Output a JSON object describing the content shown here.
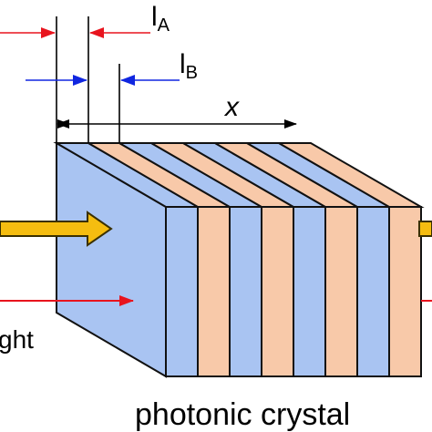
{
  "labels": {
    "la_main": "l",
    "la_sub": "A",
    "lb_main": "l",
    "lb_sub": "B",
    "x": "x",
    "light_fragment": "ght",
    "caption": "photonic crystal"
  },
  "colors": {
    "layer_a": "#a9c4f2",
    "layer_b": "#f8c9a9",
    "outline": "#111111",
    "arrow_red": "#e8141e",
    "arrow_blue": "#1026e0",
    "arrow_yellow": "#f5bd10",
    "arrow_yellow_edge": "#3a3000"
  }
}
